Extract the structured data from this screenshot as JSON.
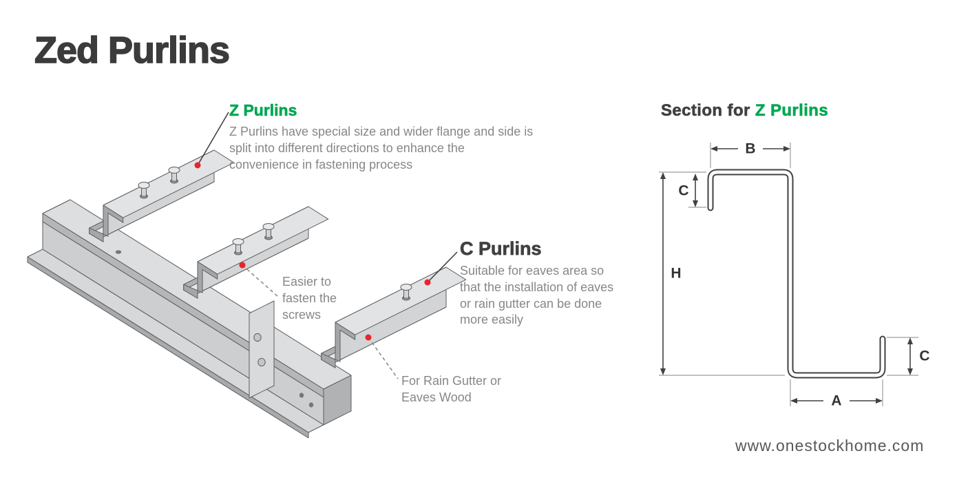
{
  "header": {
    "title": "Zed Purlins"
  },
  "illustration": {
    "z_purlins": {
      "label": "Z Purlins",
      "description": "Z Purlins have special size and wider flange and side is split into different directions to enhance the convenience in fastening process"
    },
    "c_purlins": {
      "label": "C Purlins",
      "description": "Suitable for eaves area so that the installation of eaves or rain gutter can be done more easily"
    },
    "screw_note": "Easier to fasten the screws",
    "gutter_note": "For Rain Gutter or Eaves Wood"
  },
  "section": {
    "heading_prefix": "Section for ",
    "heading_highlight": "Z Purlins",
    "dimensions": {
      "top_width": "B",
      "top_lip": "C",
      "height": "H",
      "bottom_width": "A",
      "bottom_lip": "C"
    }
  },
  "footer": {
    "website": "www.onestockhome.com"
  },
  "colors": {
    "green": "#00A651",
    "red": "#E8252A",
    "dark": "#414042",
    "gray": "#85878A"
  }
}
